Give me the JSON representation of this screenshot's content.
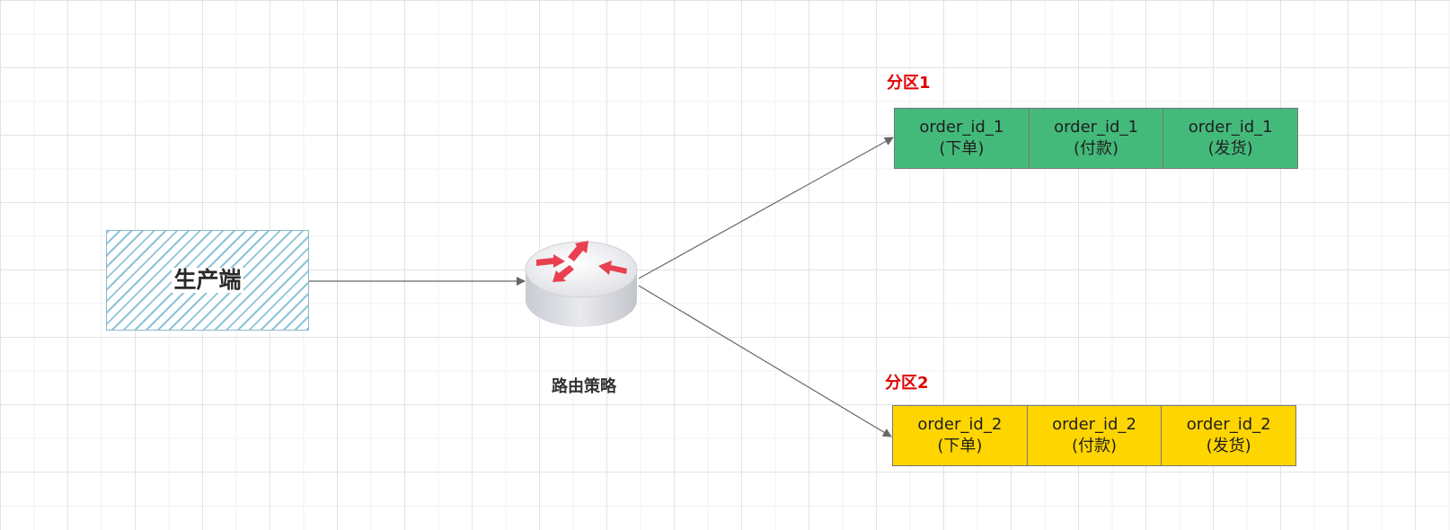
{
  "producer": {
    "label": "生产端"
  },
  "router": {
    "caption": "路由策略"
  },
  "partitions": [
    {
      "title": "分区1",
      "color": "#44ba7a",
      "messages": [
        {
          "id": "order_id_1",
          "event": "(下单)"
        },
        {
          "id": "order_id_1",
          "event": "(付款)"
        },
        {
          "id": "order_id_1",
          "event": "(发货)"
        }
      ]
    },
    {
      "title": "分区2",
      "color": "#ffd500",
      "messages": [
        {
          "id": "order_id_2",
          "event": "(下单)"
        },
        {
          "id": "order_id_2",
          "event": "(付款)"
        },
        {
          "id": "order_id_2",
          "event": "(发货)"
        }
      ]
    }
  ],
  "colors": {
    "partition_title": "#e00000",
    "arrow": "#666666",
    "router_arrows": "#e8404f"
  }
}
